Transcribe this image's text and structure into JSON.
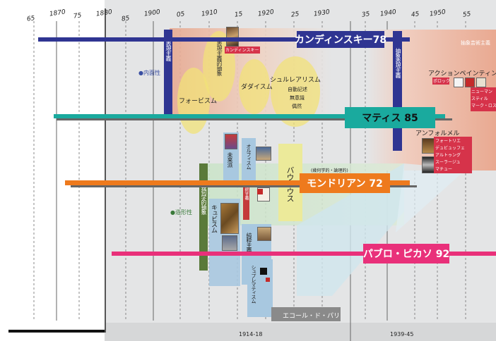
{
  "years": {
    "y65": "65",
    "y1870": "1870",
    "y75": "75",
    "y1880": "1880",
    "y85": "85",
    "y1900": "1900",
    "y05": "05",
    "y1910": "1910",
    "y15": "15",
    "y1920": "1920",
    "y25": "25",
    "y1930": "1930",
    "y35": "35",
    "y1940": "1940",
    "y45": "45",
    "y1950": "1950",
    "y55": "55"
  },
  "artists": {
    "kandinsky": "カンディンスキー78",
    "matisse": "マティス  85",
    "mondrian": "モンドリアン 72",
    "picasso": "パブロ・ピカソ  92"
  },
  "movements": {
    "expressionism": "表現主義",
    "abstract_expressionism": "抽象表現主義",
    "expressionist_abstraction": "表現主義的抽象",
    "fauvism": "フォービスム",
    "dadaism": "ダダイスム",
    "surrealism": "シュルレアリスム",
    "automatism": "自動記述",
    "unconscious": "無意識",
    "chance": "偶然",
    "cubism": "キュビスム",
    "futurism": "未来派",
    "orphism": "オルフィスム",
    "bauhaus": "バウハウス",
    "suprematism": "シュプレマティスム",
    "purism": "純粋主義",
    "geometric_abstraction": "幾何学的抽象",
    "neoplasticism": "新造形主義",
    "geometric_rational": "(幾何学的・論理的)",
    "ecole_de_paris": "エコール・ド・パリ",
    "abstract_art": "抽象芸術主義",
    "action_painting": "アクションペインティング",
    "art_informel": "アンフォルメル",
    "constructivism": "構成主義"
  },
  "captions": {
    "inner": "●内面性",
    "formal": "●造形性",
    "kandinsky_tag": "カンディンスキー",
    "pollock_tag": "ポロック"
  },
  "lists": {
    "action_artists": [
      "ニューマン",
      "スティル",
      "マーク・ロスコ"
    ],
    "informel_artists": [
      "フォートリエ",
      "デュビュッフェ",
      "アルトゥング",
      "スーラージュ",
      "マチュー"
    ]
  },
  "wars": {
    "ww1": "1914-18",
    "ww2": "1939-45"
  },
  "colors": {
    "kandinsky": "#2f3592",
    "matisse": "#1aaa9e",
    "mondrian": "#ee7a1d",
    "picasso": "#e9307a",
    "left_panel": "#c9cbcd",
    "main_panel": "#e4e5e6"
  }
}
